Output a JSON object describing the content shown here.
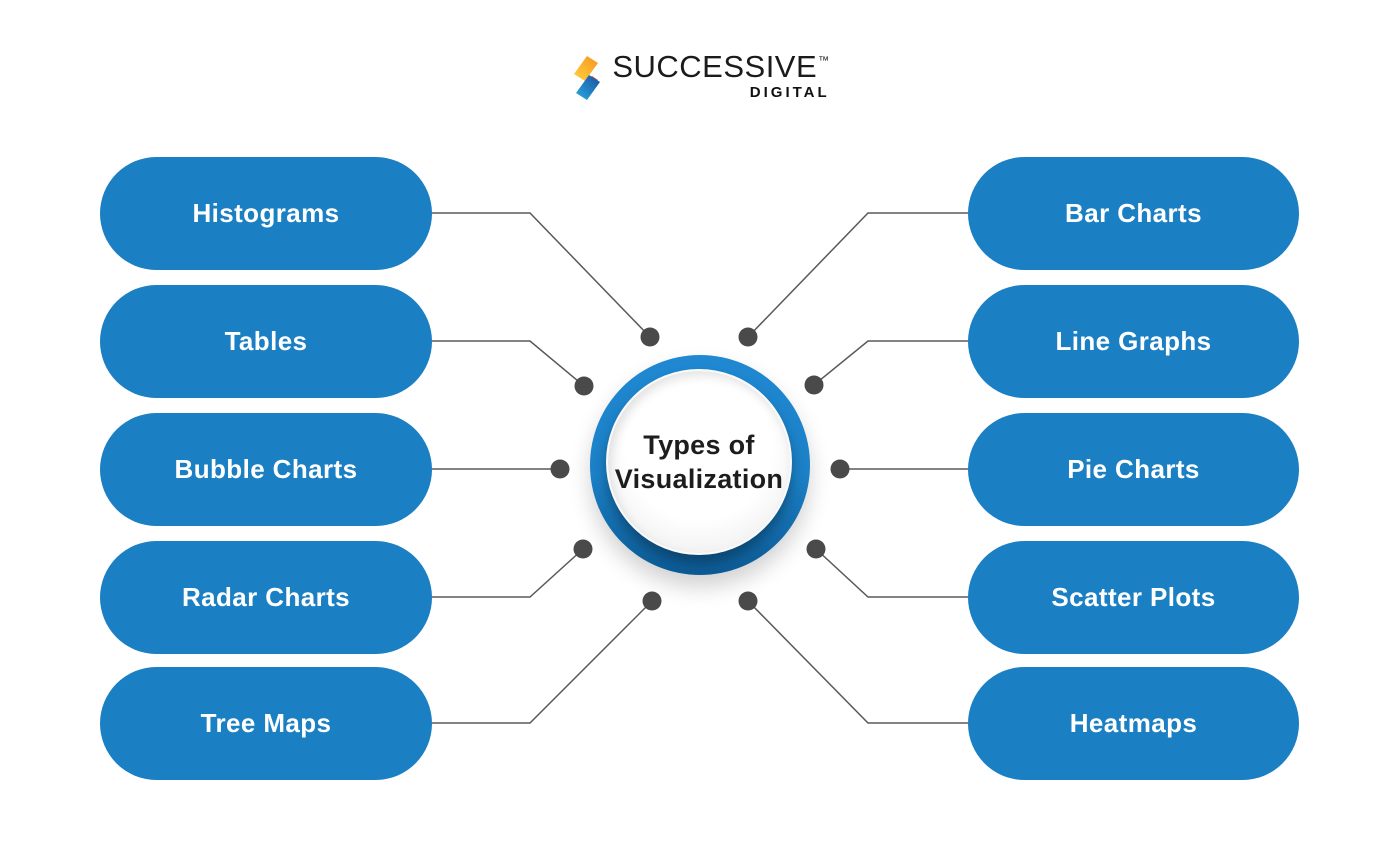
{
  "logo": {
    "brand": "SUCCESSIVE",
    "trademark": "TM",
    "sub": "DIGITAL"
  },
  "center": {
    "line1": "Types of",
    "line2": "Visualization"
  },
  "diagram": {
    "left": [
      "Histograms",
      "Tables",
      "Bubble Charts",
      "Radar Charts",
      "Tree Maps"
    ],
    "right": [
      "Bar Charts",
      "Line Graphs",
      "Pie Charts",
      "Scatter Plots",
      "Heatmaps"
    ]
  },
  "colors": {
    "pill_blue": "#1b7fc4",
    "ring_blue": "#1e87d1",
    "ring_shadow_blue": "#0c5a94",
    "dot_gray": "#4a4a4a",
    "line_gray": "#58595b",
    "text_dark": "#1d1d1d",
    "logo_yellow": "#ffd23f",
    "logo_orange": "#f7941e",
    "logo_red": "#e8432e",
    "logo_light_blue": "#29abe2",
    "logo_dark_blue": "#1b4f9e"
  }
}
